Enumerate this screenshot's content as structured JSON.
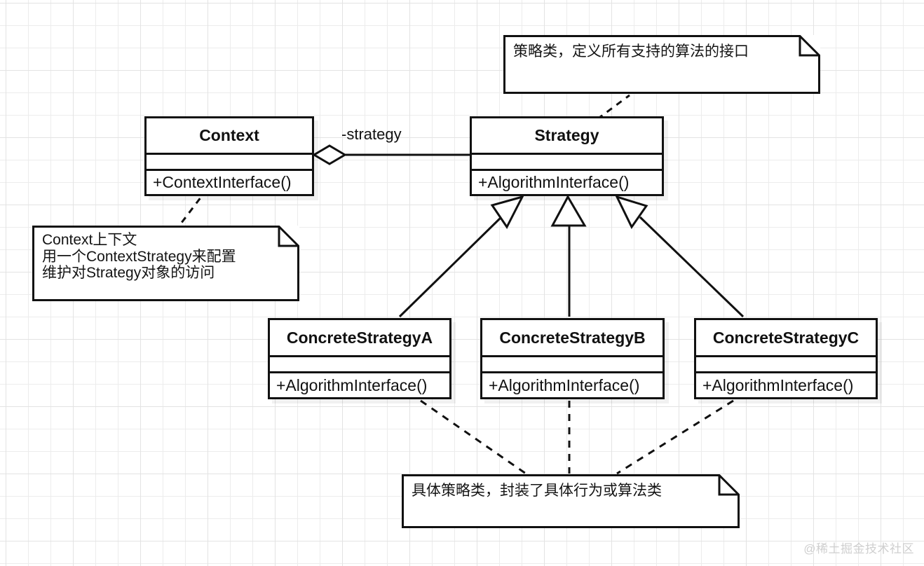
{
  "diagram": {
    "title": "Strategy Pattern UML Class Diagram",
    "stroke_color": "#111111",
    "background_color": "#ffffff",
    "grid_color": "#ececec"
  },
  "classes": [
    {
      "id": "context",
      "name": "Context",
      "attributes": "",
      "operations": "+ContextInterface()"
    },
    {
      "id": "strategy",
      "name": "Strategy",
      "attributes": "",
      "operations": "+AlgorithmInterface()"
    },
    {
      "id": "concrete-a",
      "name": "ConcreteStrategyA",
      "attributes": "",
      "operations": "+AlgorithmInterface()"
    },
    {
      "id": "concrete-b",
      "name": "ConcreteStrategyB",
      "attributes": "",
      "operations": "+AlgorithmInterface()"
    },
    {
      "id": "concrete-c",
      "name": "ConcreteStrategyC",
      "attributes": "",
      "operations": "+AlgorithmInterface()"
    }
  ],
  "notes": [
    {
      "id": "note-strategy",
      "text": "策略类，定义所有支持的算法的接口",
      "attached_to": "strategy"
    },
    {
      "id": "note-context",
      "text": "Context上下文\n用一个ContextStrategy来配置\n维护对Strategy对象的访问",
      "attached_to": "context"
    },
    {
      "id": "note-concrete",
      "text": "具体策略类，封装了具体行为或算法类",
      "attached_to": "concrete-a, concrete-b, concrete-c"
    }
  ],
  "relations": [
    {
      "id": "aggregation-context-strategy",
      "type": "aggregation",
      "from": "context",
      "to": "strategy",
      "label": "-strategy"
    },
    {
      "id": "generalization-a",
      "type": "generalization",
      "from": "concrete-a",
      "to": "strategy",
      "label": ""
    },
    {
      "id": "generalization-b",
      "type": "generalization",
      "from": "concrete-b",
      "to": "strategy",
      "label": ""
    },
    {
      "id": "generalization-c",
      "type": "generalization",
      "from": "concrete-c",
      "to": "strategy",
      "label": ""
    }
  ],
  "watermark": {
    "text": "@稀土掘金技术社区"
  }
}
